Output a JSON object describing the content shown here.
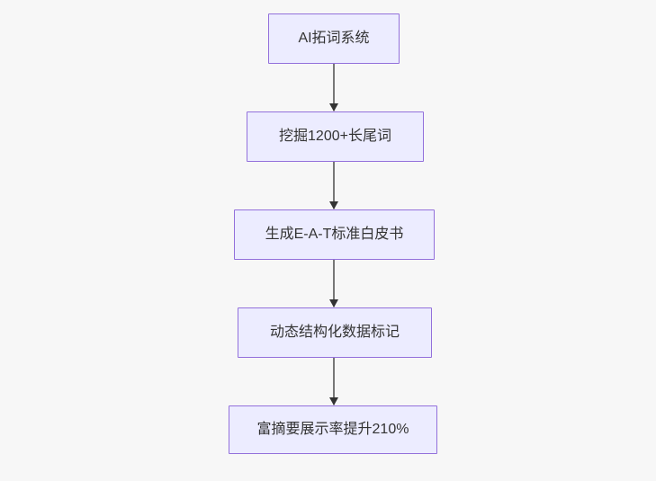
{
  "diagram": {
    "type": "flowchart",
    "direction": "top-down",
    "nodes": [
      {
        "id": "step1",
        "label": "AI拓词系统"
      },
      {
        "id": "step2",
        "label": "挖掘1200+长尾词"
      },
      {
        "id": "step3",
        "label": "生成E-A-T标准白皮书"
      },
      {
        "id": "step4",
        "label": "动态结构化数据标记"
      },
      {
        "id": "step5",
        "label": "富摘要展示率提升210%"
      }
    ],
    "edges": [
      {
        "from": "step1",
        "to": "step2"
      },
      {
        "from": "step2",
        "to": "step3"
      },
      {
        "from": "step3",
        "to": "step4"
      },
      {
        "from": "step4",
        "to": "step5"
      }
    ],
    "colors": {
      "node_fill": "#ECECFF",
      "node_border": "#9370DB",
      "edge_line": "#777777",
      "arrowhead": "#333333",
      "text": "#333333",
      "background": "#f7f7f7"
    }
  }
}
